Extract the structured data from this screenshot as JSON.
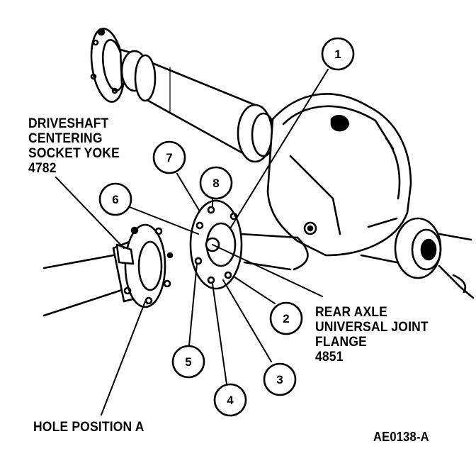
{
  "labels": {
    "driveshaft_yoke": [
      "DRIVESHAFT",
      "CENTERING",
      "SOCKET YOKE",
      "4782"
    ],
    "axle_flange": [
      "REAR AXLE",
      "UNIVERSAL JOINT",
      "FLANGE",
      "4851"
    ],
    "hole_position": "HOLE POSITION A",
    "figure_code": "AE0138-A"
  },
  "callouts": [
    "1",
    "2",
    "3",
    "4",
    "5",
    "6",
    "7",
    "8"
  ],
  "colors": {
    "ink": "#000000",
    "paper": "#ffffff"
  }
}
